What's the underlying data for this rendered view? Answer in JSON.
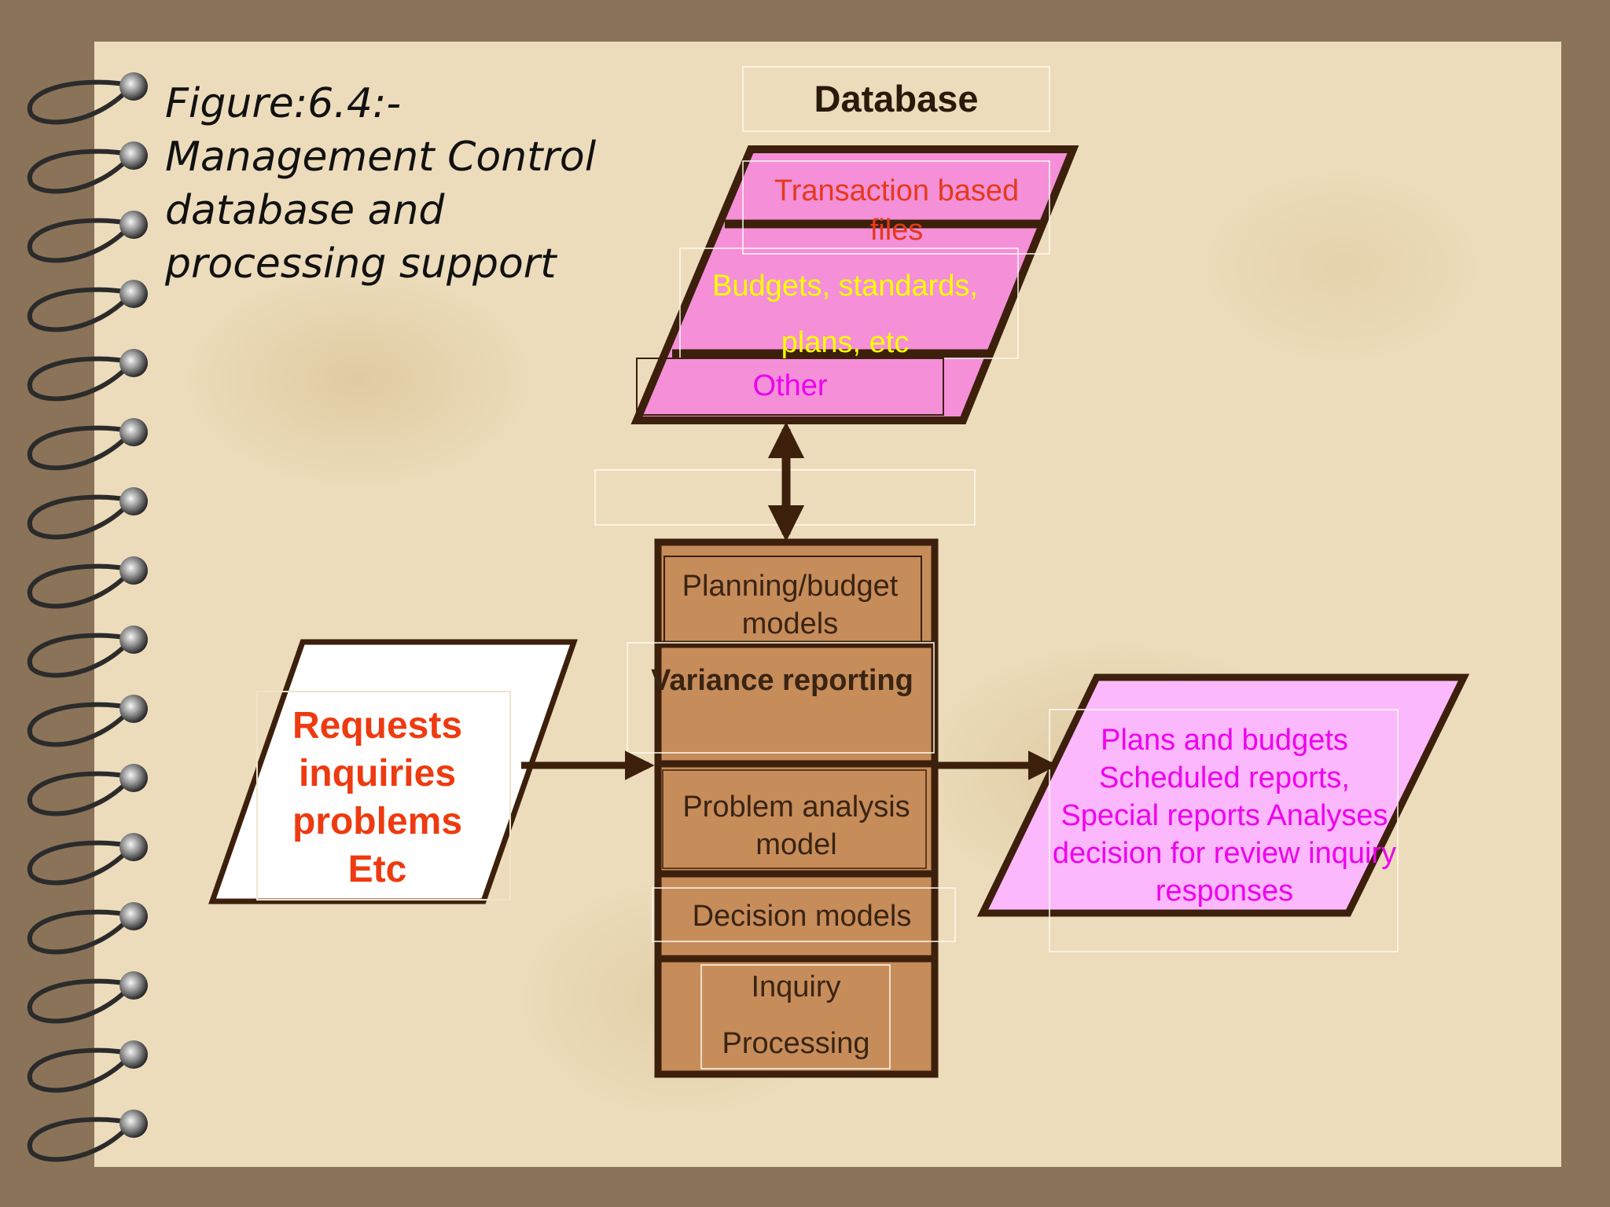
{
  "figure_title": "Figure:6.4:- Management Control database and processing support",
  "database": {
    "title": "Database",
    "files": [
      "Transaction based files",
      "Budgets, standards, plans, etc",
      "Other"
    ]
  },
  "processing": {
    "models": [
      "Planning/budget models",
      "Variance reporting",
      "Problem analysis model",
      "Decision models",
      "Inquiry Processing"
    ]
  },
  "input": {
    "label": "Requests inquiries problems Etc"
  },
  "output": {
    "label": "Plans and budgets Scheduled reports, Special reports Analyses  decision for review inquiry responses"
  },
  "colors": {
    "border": "#3c200c",
    "database_fill": "#f48fd8",
    "processing_fill": "#c68c5a",
    "output_fill": "#fcb8fc",
    "input_fill": "#ffffff",
    "request_text": "#ee3a10",
    "db_file1_text": "#e43a1a",
    "db_file2_text": "#ffff00",
    "magenta_text": "#ee00ee"
  }
}
